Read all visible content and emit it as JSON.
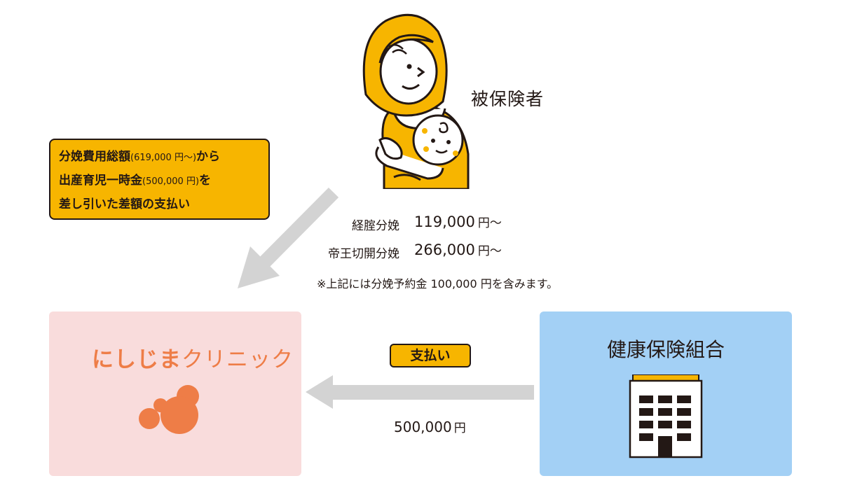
{
  "insured": {
    "label": "被保険者"
  },
  "callout": {
    "line1_main": "分娩費用総額",
    "line1_amount": "(619,000 円〜)",
    "line1_tail": "から",
    "line2_main": "出産育児一時金",
    "line2_amount": "(500,000 円)",
    "line2_tail": "を",
    "line3": "差し引いた差額の支払い"
  },
  "fees": [
    {
      "label": "経腟分娩",
      "amount": "119,000",
      "unit": "円〜"
    },
    {
      "label": "帝王切開分娩",
      "amount": "266,000",
      "unit": "円〜"
    }
  ],
  "note": "※上記には分娩予約金 100,000 円を含みます。",
  "clinic": {
    "name_hiragana": "にしじま",
    "name_katakana": "クリニック"
  },
  "union": {
    "label": "健康保険組合"
  },
  "payment": {
    "badge": "支払い",
    "amount": "500,000",
    "unit": "円"
  },
  "colors": {
    "accent_yellow": "#f7b500",
    "clinic_bg": "#f9dcdc",
    "clinic_orange": "#ee7d47",
    "union_bg": "#a3d0f5",
    "arrow_gray": "#d3d3d3"
  }
}
